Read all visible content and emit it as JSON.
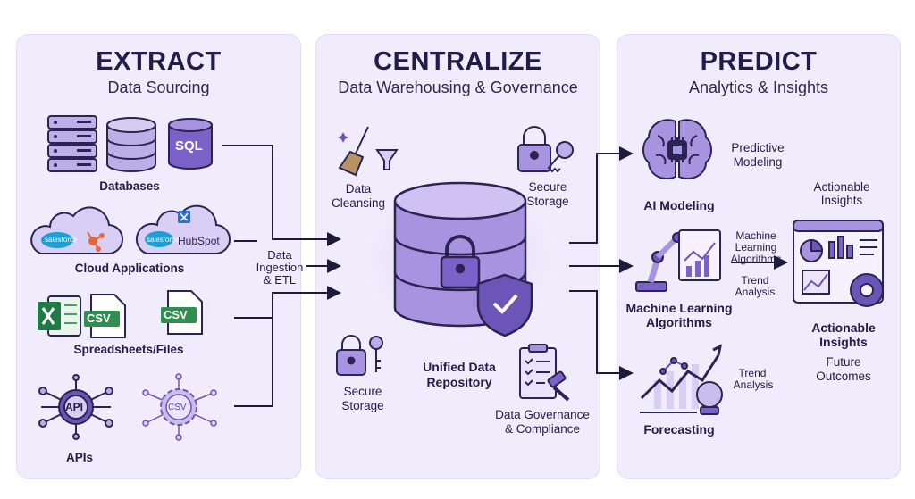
{
  "extract": {
    "title": "EXTRACT",
    "subtitle": "Data Sourcing",
    "databases": "Databases",
    "sql": "SQL",
    "cloud": "Cloud Applications",
    "salesforce": "salesforce",
    "hubspot": "HubSpot",
    "spreadsheets": "Spreadsheets/Files",
    "csv": "CSV",
    "apis": "APIs",
    "api": "API"
  },
  "ingestion": {
    "line1": "Data",
    "line2": "Ingestion",
    "line3": "& ETL"
  },
  "centralize": {
    "title": "CENTRALIZE",
    "subtitle": "Data Warehousing & Governance",
    "cleansing1": "Data",
    "cleansing2": "Cleansing",
    "secure1": "Secure",
    "secure2": "Storage",
    "repo1": "Unified Data",
    "repo2": "Repository",
    "gov1": "Data Governance",
    "gov2": "& Compliance"
  },
  "predict": {
    "title": "PREDICT",
    "subtitle": "Analytics & Insights",
    "pm1": "Predictive",
    "pm2": "Modeling",
    "ai": "AI Modeling",
    "ml_small1": "Machine",
    "ml_small2": "Learning",
    "ml_small3": "Algorithms",
    "trend_small1": "Trend",
    "trend_small2": "Analysis",
    "ml1": "Machine Learning",
    "ml2": "Algorithms",
    "ai_top1": "Actionable",
    "ai_top2": "Insights",
    "ai_bold1": "Actionable",
    "ai_bold2": "Insights",
    "future1": "Future",
    "future2": "Outcomes",
    "trend1": "Trend",
    "trend2": "Analysis",
    "forecasting": "Forecasting"
  }
}
